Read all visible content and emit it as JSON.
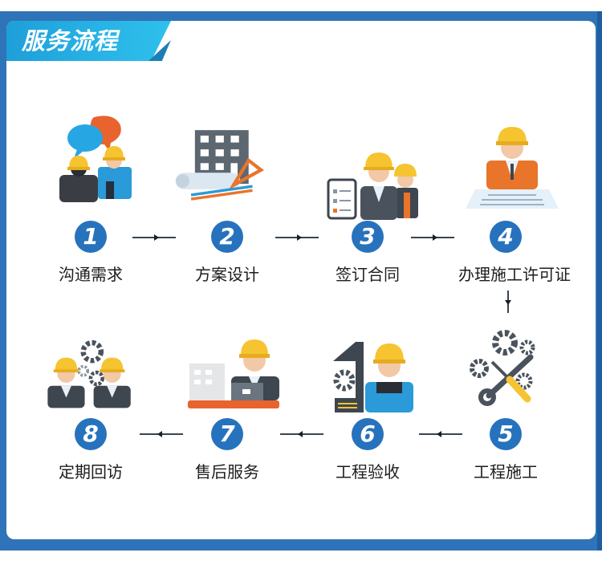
{
  "header": {
    "title": "服务流程"
  },
  "colors": {
    "frame": "#2f74b8",
    "banner": "#28b4e6",
    "number_circle": "#2772bd",
    "helmet": "#f6c431",
    "orange": "#e8752a",
    "suit": "#3e4650",
    "blue": "#2a9ad8"
  },
  "steps": [
    {
      "number": "1",
      "label": "沟通需求",
      "icon": "workers-chat-icon"
    },
    {
      "number": "2",
      "label": "方案设计",
      "icon": "building-blueprint-icon"
    },
    {
      "number": "3",
      "label": "签订合同",
      "icon": "contract-signing-icon"
    },
    {
      "number": "4",
      "label": "办理施工许可证",
      "icon": "permit-document-icon"
    },
    {
      "number": "5",
      "label": "工程施工",
      "icon": "tools-gears-icon"
    },
    {
      "number": "6",
      "label": "工程验收",
      "icon": "inspection-worker-icon"
    },
    {
      "number": "7",
      "label": "售后服务",
      "icon": "after-sales-laptop-icon"
    },
    {
      "number": "8",
      "label": "定期回访",
      "icon": "follow-up-team-icon"
    }
  ]
}
